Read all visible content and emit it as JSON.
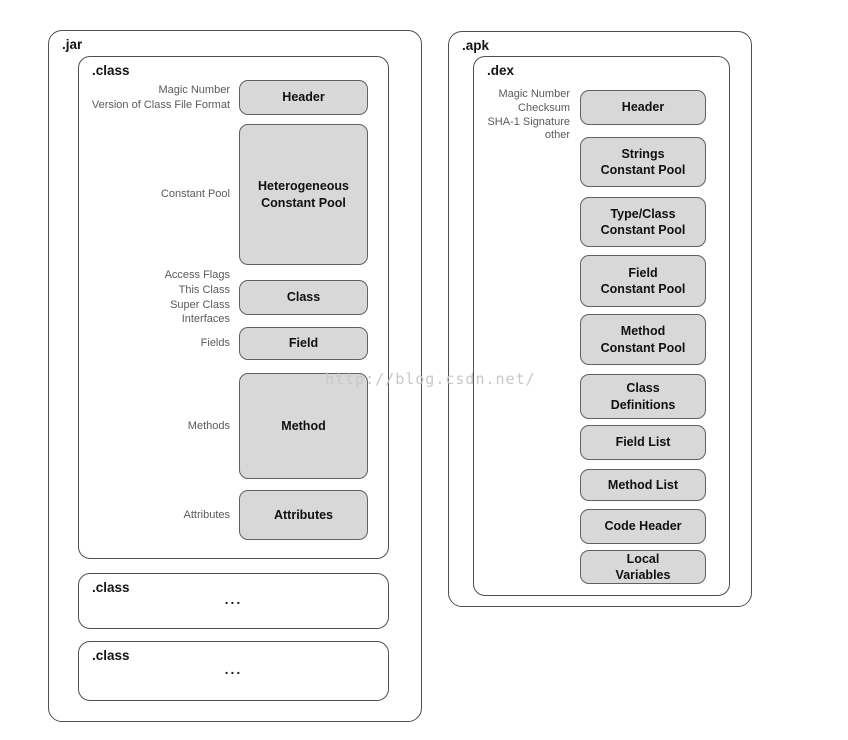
{
  "watermark": "http://blog.csdn.net/",
  "jar": {
    "label": ".jar",
    "class_main": {
      "label": ".class",
      "rows": [
        {
          "annotation": "Magic Number\nVersion of Class File Format",
          "box": "Header"
        },
        {
          "annotation": "Constant Pool",
          "box": "Heterogeneous\nConstant Pool"
        },
        {
          "annotation": "Access Flags\nThis Class\nSuper Class\nInterfaces",
          "box": "Class"
        },
        {
          "annotation": "Fields",
          "box": "Field"
        },
        {
          "annotation": "Methods",
          "box": "Method"
        },
        {
          "annotation": "Attributes",
          "box": "Attributes"
        }
      ]
    },
    "class_extra": [
      {
        "label": ".class",
        "content": "..."
      },
      {
        "label": ".class",
        "content": "..."
      }
    ]
  },
  "apk": {
    "label": ".apk",
    "dex": {
      "label": ".dex",
      "annotation": "Magic Number\nChecksum\nSHA-1 Signature\nother",
      "boxes": [
        "Header",
        "Strings\nConstant Pool",
        "Type/Class\nConstant Pool",
        "Field\nConstant Pool",
        "Method\nConstant Pool",
        "Class\nDefinitions",
        "Field List",
        "Method List",
        "Code Header",
        "Local\nVariables"
      ]
    }
  },
  "colors": {
    "box_fill": "#d8d8d8",
    "box_border": "#606060",
    "panel_border": "#4f4f4f",
    "annotation_text": "#5a5a5a",
    "watermark_text": "#c8c8c8"
  }
}
